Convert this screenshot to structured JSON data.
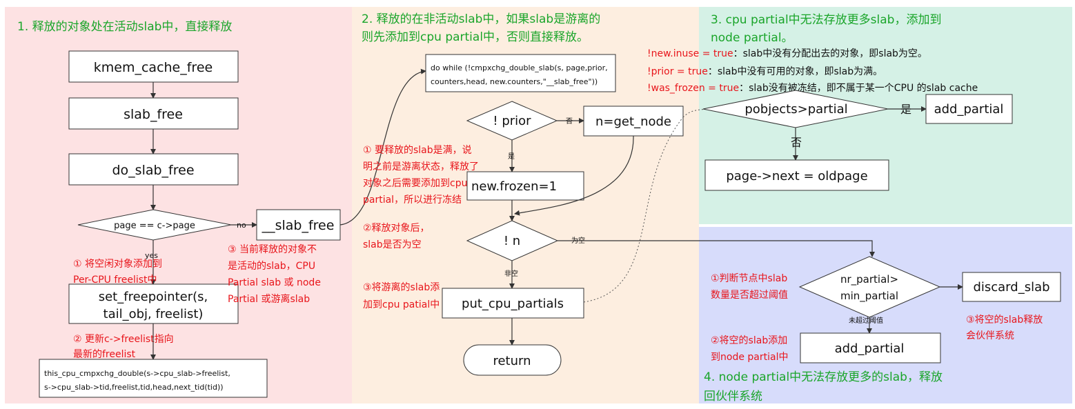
{
  "colors": {
    "region1": "#fde2e3",
    "region2": "#fdeee0",
    "region3": "#d5f1e6",
    "region4": "#d7dcfb",
    "label_green": "#1aa52a",
    "note_red": "#e8151b"
  },
  "headings": {
    "r1": "1. 释放的对象处在活动slab中，直接释放",
    "r2_line1": "2. 释放的在非活动slab中，如果slab是游离的",
    "r2_line2": "则先添加到cpu partial中，否则直接释放。",
    "r3_line1": "3. cpu partial中无法存放更多slab，添加到",
    "r3_line2": "node partial。",
    "r4_line1": "4. node partial中无法存放更多的slab，释放",
    "r4_line2": "回伙伴系统"
  },
  "nodes": {
    "kmem_cache_free": "kmem_cache_free",
    "slab_free": "slab_free",
    "do_slab_free": "do_slab_free",
    "page_check": "page == c->page",
    "__slab_free": "__slab_free",
    "set_freepointer_l1": "set_freepointer(s,",
    "set_freepointer_l2": "tail_obj, freelist)",
    "cmpxchg_l1": "this_cpu_cmpxchg_double(s->cpu_slab->freelist,",
    "cmpxchg_l2": "s->cpu_slab->tid,freelist,tid,head,next_tid(tid))",
    "dowhile_l1": "do while (!cmpxchg_double_slab(s, page,prior,",
    "dowhile_l2": "counters,head, new.counters,\"__slab_free\"))",
    "not_prior": "! prior",
    "get_node": "n=get_node",
    "new_frozen": "new.frozen=1",
    "not_n": "! n",
    "put_cpu_partials": "put_cpu_partials",
    "return": "return",
    "pobjects_partial": "pobjects>partial",
    "add_partial_top": "add_partial",
    "page_next": "page->next = oldpage",
    "nr_partial_l1": "nr_partial>",
    "nr_partial_l2": "min_partial",
    "discard_slab": "discard_slab",
    "add_partial_bottom": "add_partial"
  },
  "edge_labels": {
    "no": "no",
    "yes": "yes",
    "fou1": "否",
    "shi1": "是",
    "weikong": "为空",
    "feikong": "非空",
    "shi2": "是",
    "fou2": "否",
    "weichaoguo": "未超过阈值"
  },
  "notes": {
    "n1_l1": "① 将空闲对象添加到",
    "n1_l2": "Per-CPU freelist中",
    "n2_l1": "② 更新c->freelist指向",
    "n2_l2": "最新的freelist",
    "n3_l1": "③ 当前释放的对象不",
    "n3_l2": "是活动的slab，CPU",
    "n3_l3": "Partial slab 或 node",
    "n3_l4": "Partial 或游离slab",
    "m1_l1": "① 要释放的slab是满，说",
    "m1_l2": "明之前是游离状态，释放了",
    "m1_l3": "对象之后需要添加到cpu",
    "m1_l4": "partial，所以进行冻结",
    "m2_l1": "②释放对象后，",
    "m2_l2": "slab是否为空",
    "m3_l1": "③将游离的slab添",
    "m3_l2": "加到cpu patial中",
    "c1_red": "!new.inuse = true",
    "c1_black": "：slab中没有分配出去的对象，即slab为空。",
    "c2_red": "!prior = true",
    "c2_black": "：slab中没有可用的对象，即slab为满。",
    "c3_red": "!was_frozen = true",
    "c3_black": "：slab没有被冻结，即不属于某一个CPU 的slab cache",
    "r4n1_l1": "①判断节点中slab",
    "r4n1_l2": "数量是否超过阈值",
    "r4n2_l1": "②将空的slab添加",
    "r4n2_l2": "到node partial中",
    "r4n3_l1": "③将空的slab释放",
    "r4n3_l2": "会伙伴系统"
  }
}
